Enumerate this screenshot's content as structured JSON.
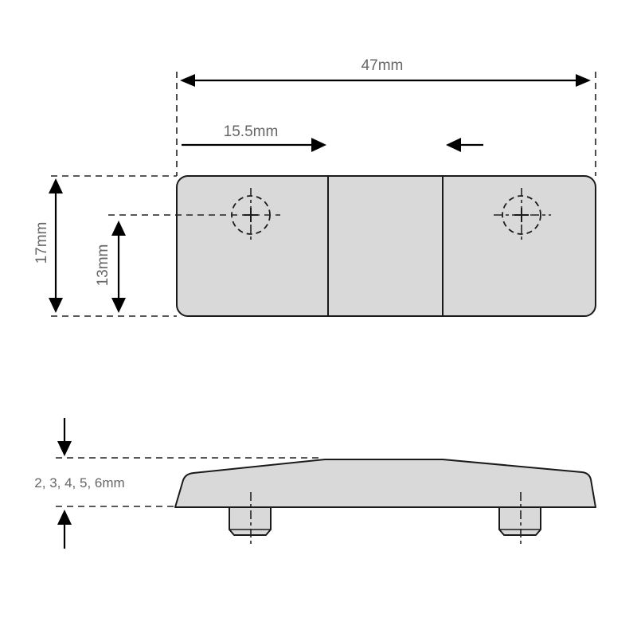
{
  "dimensions": {
    "overall_length": "47mm",
    "hole_offset": "15.5mm",
    "overall_width": "17mm",
    "hole_height": "13mm",
    "thickness_options": "2, 3, 4, 5, 6mm"
  },
  "colors": {
    "part_fill": "#d9d9d9",
    "outline": "#1a1a1a",
    "label_text": "#666666"
  }
}
